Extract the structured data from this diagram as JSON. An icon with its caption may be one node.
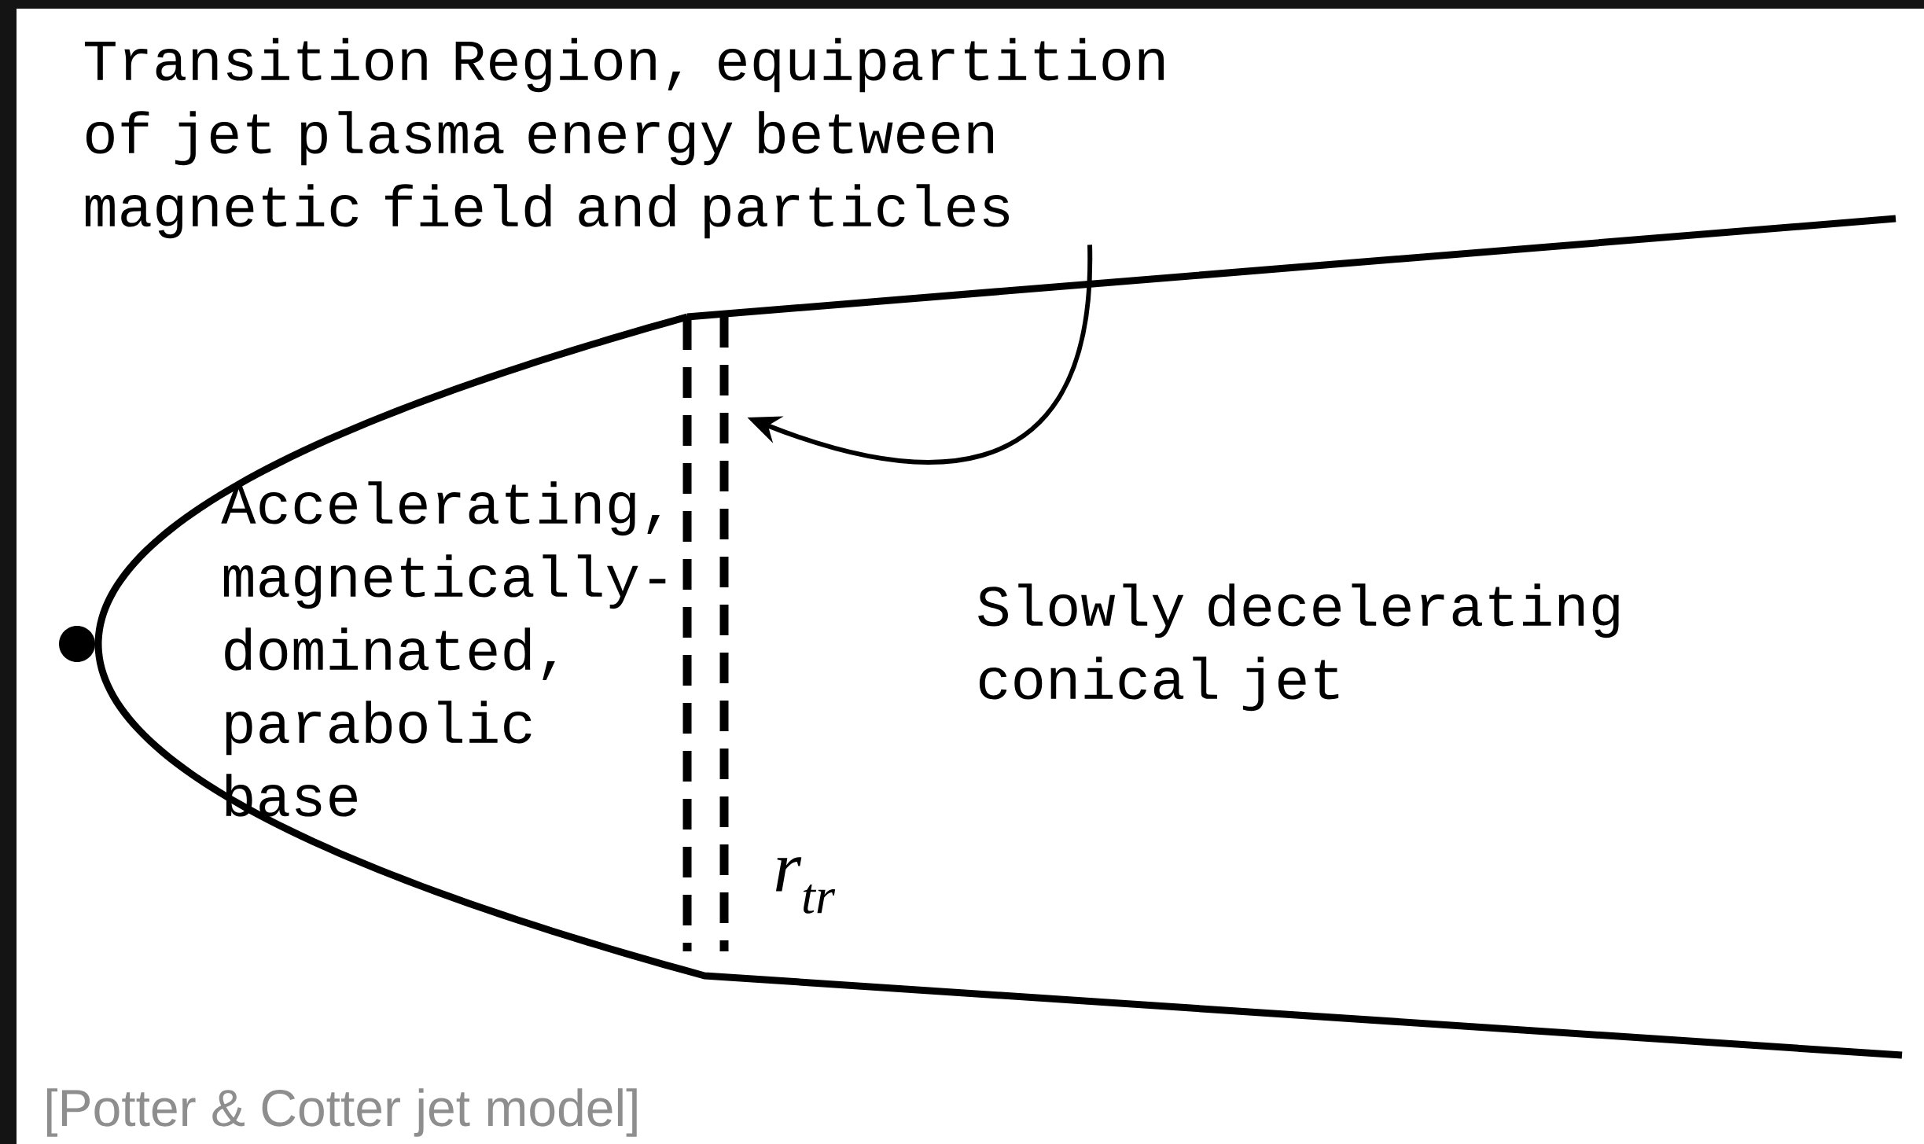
{
  "diagram": {
    "caption": "[Potter & Cotter jet model]",
    "nodes": [
      {
        "text": [
          "Transition Region, equipartition of jet plasma energy between magnetic field and particles"
        ]
      },
      {
        "text": [],
        "shape": "bar",
        "beside": [
          "r$_{tr}$"
        ]
      }
    ],
    "edges": [
      {
        "from": 0,
        "to": 1,
        "arrow": "to"
      }
    ],
    "labels": [
      "Accelerating, magnetically-dominated, parabolic base",
      "Slowly decelerating conical jet"
    ]
  }
}
